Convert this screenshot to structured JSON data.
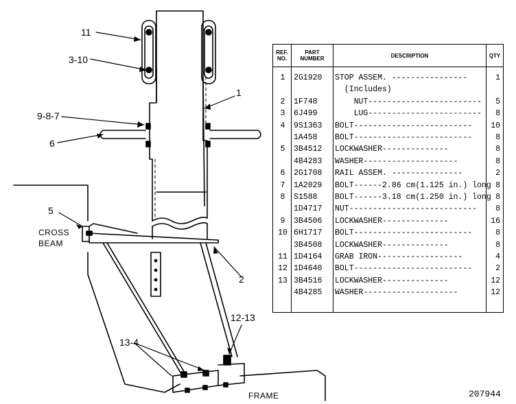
{
  "callouts": {
    "c11": "11",
    "c3_10": "3-10",
    "c1": "1",
    "c9_8_7": "9-8-7",
    "c6": "6",
    "c5": "5",
    "cross_beam_1": "CROSS",
    "cross_beam_2": "BEAM",
    "c2": "2",
    "c12_13": "12-13",
    "c13_4": "13-4",
    "frame": "FRAME"
  },
  "table": {
    "headers": {
      "ref_1": "REF.",
      "ref_2": "NO.",
      "part_1": "PART",
      "part_2": "NUMBER",
      "desc": "DESCRIPTION",
      "qty": "QTY"
    },
    "rows": [
      {
        "ref": "1",
        "part": "2G1920",
        "desc": "STOP ASSEM. ----------------",
        "qty": "1"
      },
      {
        "ref": "",
        "part": "",
        "desc": "  (Includes)",
        "qty": ""
      },
      {
        "ref": "2",
        "part": "1F748",
        "desc": "    NUT------------------------",
        "qty": "5"
      },
      {
        "ref": "3",
        "part": "6J499",
        "desc": "    LUG------------------------",
        "qty": "8"
      },
      {
        "ref": "4",
        "part": "9S1363",
        "desc": "BOLT-------------------------",
        "qty": "10"
      },
      {
        "ref": "",
        "part": "1A458",
        "desc": "BOLT-------------------------",
        "qty": "8"
      },
      {
        "ref": "5",
        "part": "3B4512",
        "desc": "LOCKWASHER--------------",
        "qty": "8"
      },
      {
        "ref": "",
        "part": "4B4283",
        "desc": "WASHER--------------------",
        "qty": "8"
      },
      {
        "ref": "6",
        "part": "2G1708",
        "desc": "RAIL ASSEM. ---------------",
        "qty": "2"
      },
      {
        "ref": "7",
        "part": "1A2029",
        "desc": "BOLT------2.86 cm(1.125 in.) long",
        "qty": "8"
      },
      {
        "ref": "8",
        "part": "S1588",
        "desc": "BOLT------3.18 cm(1.250 in.) long",
        "qty": "8"
      },
      {
        "ref": "",
        "part": "1D4717",
        "desc": "NUT---------------------------",
        "qty": "8"
      },
      {
        "ref": "9",
        "part": "3B4506",
        "desc": "LOCKWASHER--------------",
        "qty": "16"
      },
      {
        "ref": "10",
        "part": "6H1717",
        "desc": "BOLT-------------------------",
        "qty": "8"
      },
      {
        "ref": "",
        "part": "3B4508",
        "desc": "LOCKWASHER--------------",
        "qty": "8"
      },
      {
        "ref": "11",
        "part": "1D4164",
        "desc": "GRAB IRON------------------",
        "qty": "4"
      },
      {
        "ref": "12",
        "part": "1D4640",
        "desc": "BOLT-------------------------",
        "qty": "2"
      },
      {
        "ref": "13",
        "part": "3B4516",
        "desc": "LOCKWASHER--------------",
        "qty": "12"
      },
      {
        "ref": "",
        "part": "4B4285",
        "desc": "WASHER--------------------",
        "qty": "12"
      }
    ]
  },
  "figure_number": "207944"
}
